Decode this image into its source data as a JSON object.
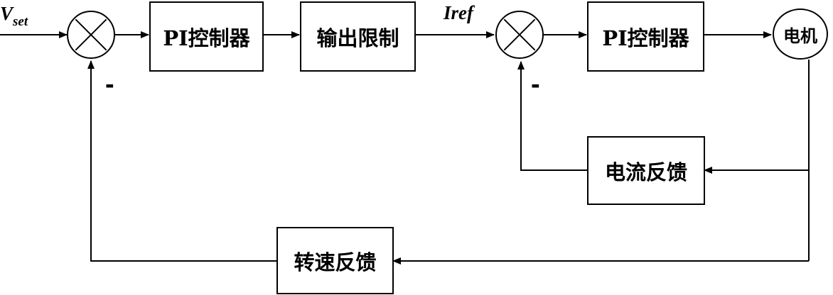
{
  "input_signal": {
    "main": "V",
    "sub": "set"
  },
  "intermediate_signal": "Iref",
  "blocks": {
    "pi_speed": "PI控制器",
    "output_limit": "输出限制",
    "pi_current": "PI控制器",
    "motor": "电机",
    "current_feedback": "电流反馈",
    "speed_feedback": "转速反馈"
  },
  "junction_signs": {
    "speed_sum_minus": "-",
    "current_sum_minus": "-"
  }
}
